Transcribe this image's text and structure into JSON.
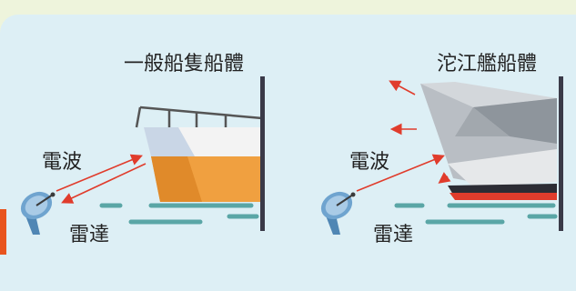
{
  "left_panel": {
    "title": "一般船隻船體",
    "wave_label": "電波",
    "radar_label": "雷達"
  },
  "right_panel": {
    "title": "沱江艦船體",
    "wave_label": "電波",
    "radar_label": "雷達"
  },
  "colors": {
    "panel_bg": "#ddeff5",
    "page_bg": "#eef4dc",
    "hull_orange": "#f0a040",
    "arrow_red": "#e03c2c",
    "water_teal": "#5aa6a6",
    "stealth_gray": "#9aa0a6",
    "accent_tab": "#e8541e"
  }
}
